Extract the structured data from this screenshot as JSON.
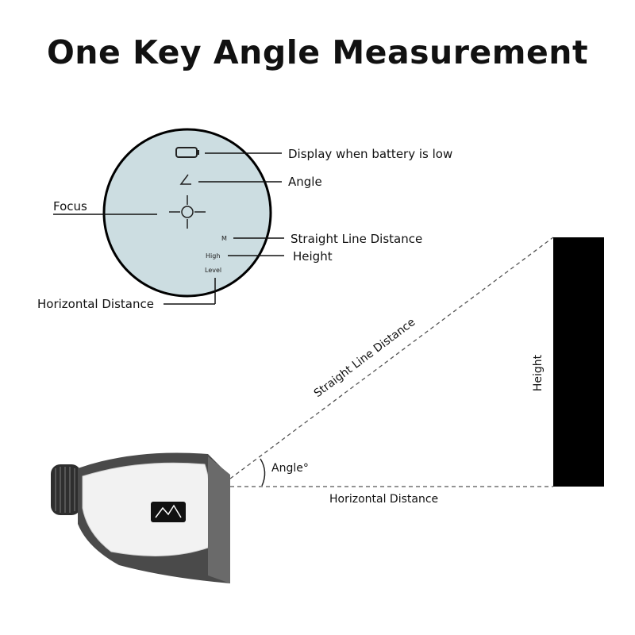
{
  "title": "One Key Angle Measurement",
  "scope": {
    "labels": {
      "battery": "Display when battery is low",
      "angle": "Angle",
      "focus": "Focus",
      "straight_line": "Straight Line Distance",
      "height": "Height",
      "horizontal": "Horizontal Distance"
    },
    "readouts": {
      "unit": "M",
      "high": "High",
      "level": "Level"
    }
  },
  "diagram": {
    "straight_line_label": "Straight Line Distance",
    "height_label": "Height",
    "angle_label": "Angle°",
    "horizontal_label": "Horizontal Distance"
  },
  "colors": {
    "scope_fill": "#ccdde1",
    "wall": "#000000",
    "device_body": "#f2f2f2",
    "device_grip": "#4a4a4a"
  }
}
